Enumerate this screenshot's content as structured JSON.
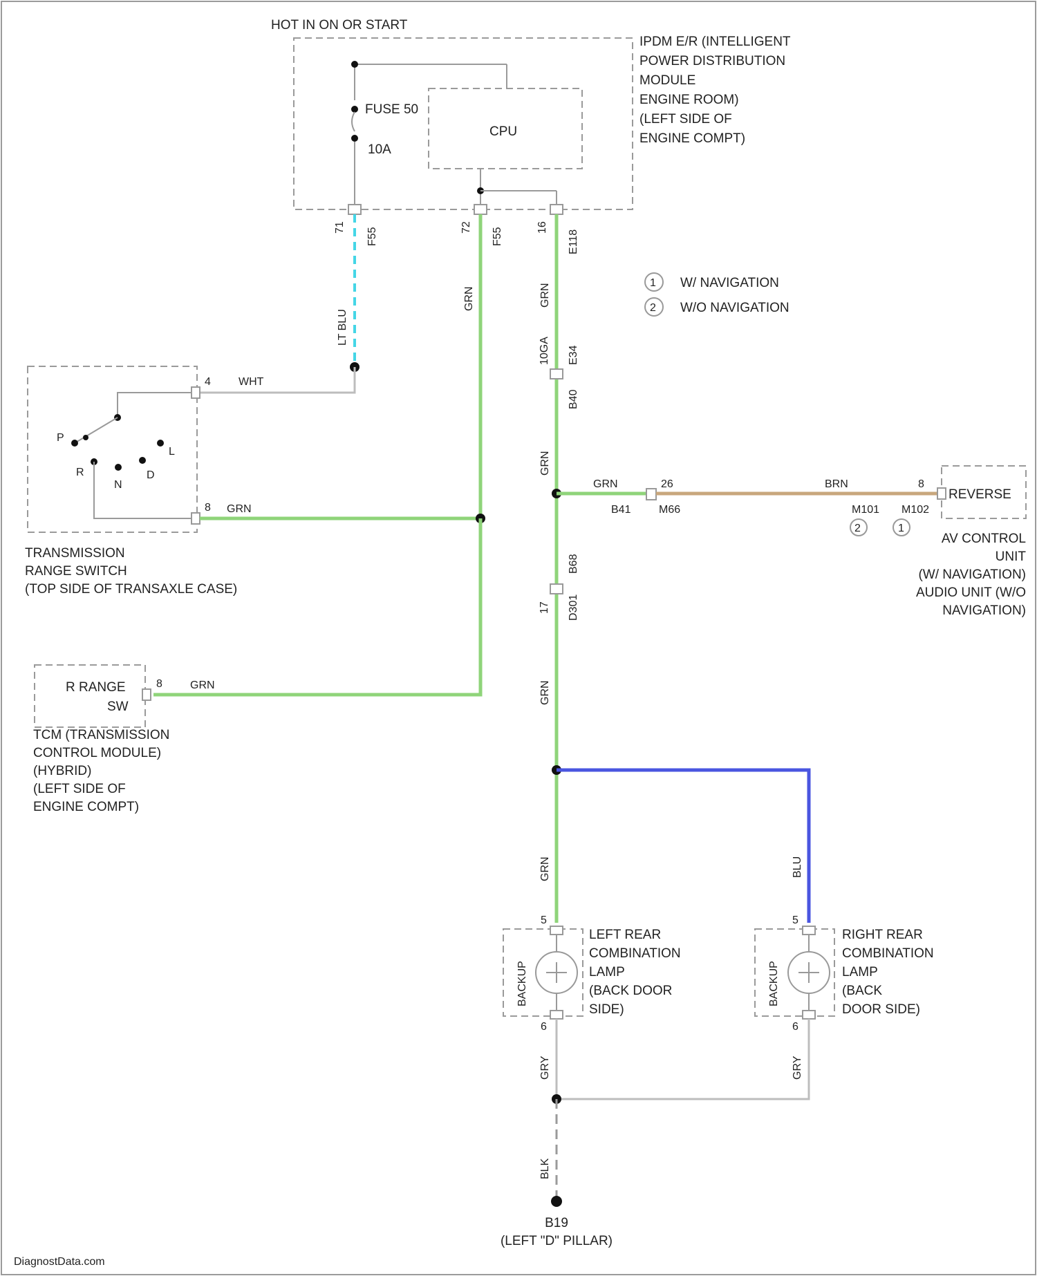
{
  "header": {
    "power_label": "HOT IN ON OR START"
  },
  "ipdm": {
    "title_lines": [
      "IPDM E/R (INTELLIGENT",
      "POWER DISTRIBUTION",
      "MODULE",
      "ENGINE ROOM)",
      "(LEFT SIDE OF",
      "ENGINE COMPT)"
    ],
    "fuse_label": "FUSE 50",
    "fuse_rating": "10A",
    "cpu_label": "CPU",
    "pins": [
      {
        "pin": "71",
        "connector": "F55"
      },
      {
        "pin": "72",
        "connector": "F55"
      },
      {
        "pin": "16",
        "connector": "E118"
      }
    ]
  },
  "legend": {
    "items": [
      {
        "num": "1",
        "text": "W/ NAVIGATION"
      },
      {
        "num": "2",
        "text": "W/O NAVIGATION"
      }
    ]
  },
  "wires": {
    "lt_blu": "LT BLU",
    "wht": "WHT",
    "grn_a": "GRN",
    "grn_b": "GRN",
    "grn_main": "GRN",
    "grn_lower": "GRN",
    "grn_mid": "GRN",
    "grn_bottom": "GRN",
    "grn_branch": "GRN",
    "brn": "BRN",
    "blu": "BLU",
    "gry_left": "GRY",
    "gry_right": "GRY",
    "blk": "BLK"
  },
  "range_switch": {
    "pin_top": "4",
    "pin_bottom": "8",
    "positions": [
      "P",
      "R",
      "N",
      "D",
      "L"
    ],
    "title_lines": [
      "TRANSMISSION",
      "RANGE SWITCH",
      "(TOP SIDE OF TRANSAXLE CASE)"
    ]
  },
  "inline_connectors": {
    "upper": {
      "pin": "10GA",
      "code": "E34",
      "alt": "B40"
    },
    "lower": {
      "pin": "17",
      "code": "D301",
      "alt": "B68"
    },
    "branch": {
      "left": "B41",
      "pin": "26",
      "right": "M66",
      "tags": [
        "M101",
        "M102"
      ],
      "pin_end": "8"
    }
  },
  "tcm": {
    "pin": "8",
    "box_lines": [
      "R RANGE",
      "SW"
    ],
    "title_lines": [
      "TCM (TRANSMISSION",
      "CONTROL MODULE)",
      "(HYBRID)",
      "(LEFT SIDE OF",
      "ENGINE COMPT)"
    ]
  },
  "av_unit": {
    "box_label": "REVERSE",
    "title_lines": [
      "AV CONTROL",
      "UNIT",
      "(W/ NAVIGATION)",
      "AUDIO UNIT (W/O",
      "NAVIGATION)"
    ]
  },
  "left_lamp": {
    "side_label": "BACKUP",
    "pin_top": "5",
    "pin_bottom": "6",
    "title_lines": [
      "LEFT REAR",
      "COMBINATION",
      "LAMP",
      "(BACK DOOR",
      "SIDE)"
    ]
  },
  "right_lamp": {
    "side_label": "BACKUP",
    "pin_top": "5",
    "pin_bottom": "6",
    "title_lines": [
      "RIGHT REAR",
      "COMBINATION",
      "LAMP",
      "(BACK",
      "DOOR SIDE)"
    ]
  },
  "ground": {
    "code": "B19",
    "location": "(LEFT \"D\" PILLAR)"
  },
  "watermark": "DiagnostData.com"
}
